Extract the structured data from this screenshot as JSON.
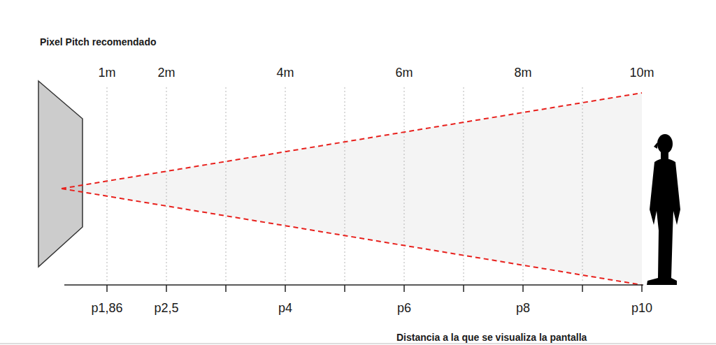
{
  "diagram": {
    "title": "Pixel Pitch recomendado",
    "labels": [
      "1m",
      "2m",
      "4m",
      "6m",
      "8m",
      "10m",
      "p1,86",
      "p2,5",
      "p4",
      "p6",
      "p8",
      "p10",
      "Distancia a la que se visualiza la pantalla"
    ]
  }
}
